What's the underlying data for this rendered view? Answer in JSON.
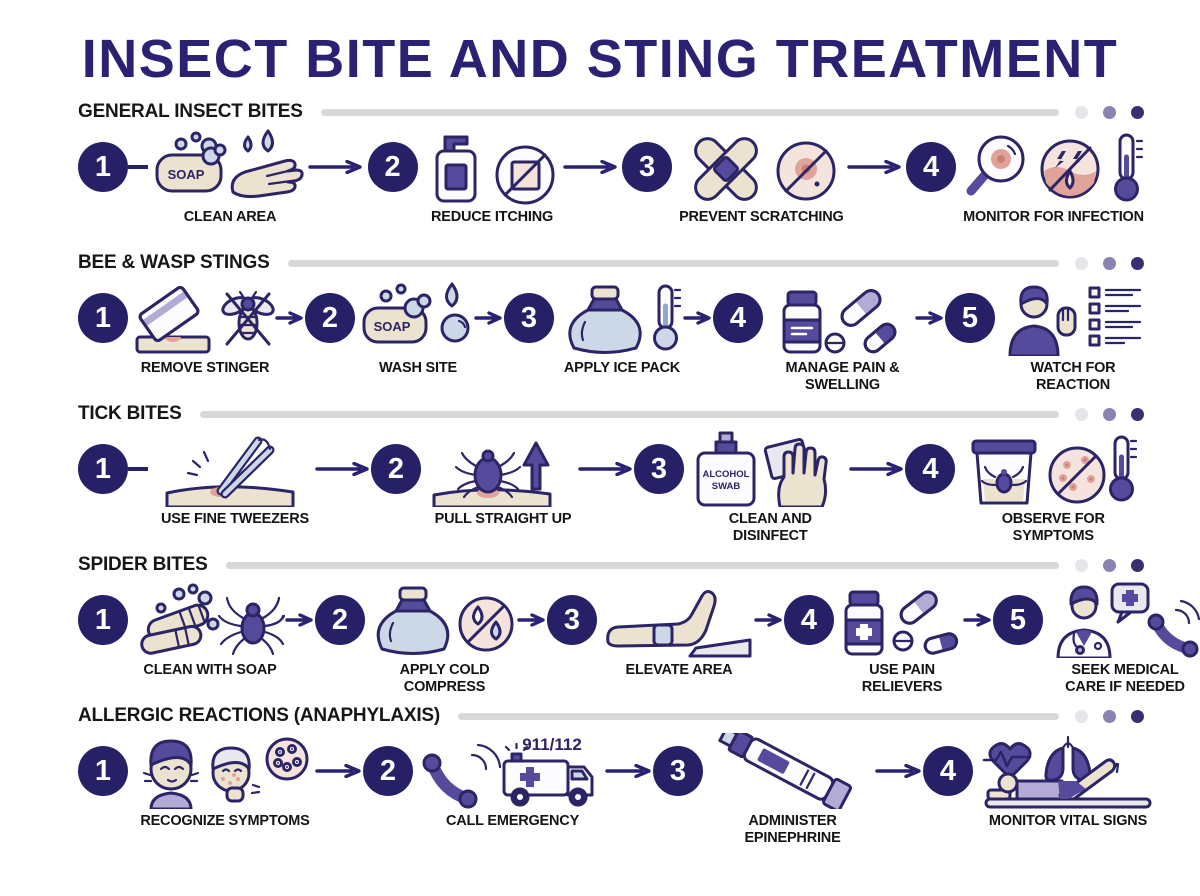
{
  "title": "INSECT BITE AND STING TREATMENT",
  "theme": {
    "accent": "#2a2173",
    "heading_ink": "#161616",
    "line_color": "#d8d8db",
    "dot_colors": [
      "#e6e5ea",
      "#8b81b3",
      "#3a2e71"
    ],
    "skin_beige": "#ebe2d0",
    "ice_blue": "#ccd8e7",
    "purple": "#564a9c"
  },
  "sections": [
    {
      "heading": "GENERAL INSECT BITES",
      "steps": [
        {
          "number": "1",
          "label": "CLEAN AREA",
          "icon_text": "SOAP",
          "icons": [
            "soap-bar-icon",
            "washing-hand-icon"
          ]
        },
        {
          "number": "2",
          "label": "REDUCE ITCHING",
          "icons": [
            "lotion-bottle-icon",
            "no-wipe-icon"
          ]
        },
        {
          "number": "3",
          "label": "PREVENT SCRATCHING",
          "icons": [
            "crossed-bandages-icon",
            "no-scratch-bite-icon"
          ]
        },
        {
          "number": "4",
          "label": "MONITOR FOR INFECTION",
          "icons": [
            "magnifier-bite-icon",
            "no-sting-skin-icon",
            "thermometer-icon"
          ]
        }
      ]
    },
    {
      "heading": "BEE & WASP STINGS",
      "steps": [
        {
          "number": "1",
          "label": "REMOVE STINGER",
          "icons": [
            "card-scrape-icon",
            "no-bee-icon"
          ]
        },
        {
          "number": "2",
          "label": "WASH SITE",
          "icon_text": "SOAP",
          "icons": [
            "soap-bar-icon",
            "water-drop-icon"
          ]
        },
        {
          "number": "3",
          "label": "APPLY ICE PACK",
          "icons": [
            "ice-pack-icon",
            "thermometer-icon"
          ]
        },
        {
          "number": "4",
          "label": "MANAGE PAIN & SWELLING",
          "icons": [
            "medicine-bottle-icon",
            "capsules-icon"
          ]
        },
        {
          "number": "5",
          "label": "WATCH FOR REACTION",
          "icons": [
            "person-raising-hand-icon",
            "checklist-icon"
          ]
        }
      ]
    },
    {
      "heading": "TICK BITES",
      "steps": [
        {
          "number": "1",
          "label": "USE FINE TWEEZERS",
          "icons": [
            "tweezers-skin-icon"
          ]
        },
        {
          "number": "2",
          "label": "PULL STRAIGHT UP",
          "icons": [
            "tick-pull-up-icon"
          ]
        },
        {
          "number": "3",
          "label": "CLEAN AND DISINFECT",
          "icon_text_line1": "ALCOHOL",
          "icon_text_line2": "SWAB",
          "icons": [
            "alcohol-swab-icon",
            "wiping-hand-icon"
          ]
        },
        {
          "number": "4",
          "label": "OBSERVE FOR SYMPTOMS",
          "icons": [
            "tick-jar-icon",
            "no-rash-icon",
            "thermometer-icon"
          ]
        }
      ]
    },
    {
      "heading": "SPIDER BITES",
      "steps": [
        {
          "number": "1",
          "label": "CLEAN WITH SOAP",
          "icons": [
            "washing-hands-icon",
            "spider-icon"
          ]
        },
        {
          "number": "2",
          "label": "APPLY COLD COMPRESS",
          "icons": [
            "cold-pack-icon",
            "no-drip-icon"
          ]
        },
        {
          "number": "3",
          "label": "ELEVATE AREA",
          "icons": [
            "elevated-leg-icon"
          ]
        },
        {
          "number": "4",
          "label": "USE PAIN RELIEVERS",
          "icons": [
            "pain-reliever-bottle-icon",
            "pills-icon"
          ]
        },
        {
          "number": "5",
          "label": "SEEK MEDICAL CARE IF NEEDED",
          "icons": [
            "doctor-icon",
            "medical-chat-icon",
            "phone-call-icon"
          ]
        }
      ]
    },
    {
      "heading": "ALLERGIC REACTIONS (ANAPHYLAXIS)",
      "steps": [
        {
          "number": "1",
          "label": "RECOGNIZE SYMPTOMS",
          "icons": [
            "swollen-face-icon",
            "hives-face-icon",
            "hives-spots-icon"
          ]
        },
        {
          "number": "2",
          "label": "CALL EMERGENCY",
          "icon_text": "911/112",
          "icons": [
            "phone-call-icon",
            "ambulance-icon"
          ]
        },
        {
          "number": "3",
          "label": "ADMINISTER EPINEPHRINE",
          "icons": [
            "epinephrine-autoinjector-icon"
          ]
        },
        {
          "number": "4",
          "label": "MONITOR VITAL SIGNS",
          "icons": [
            "heart-ekg-icon",
            "lungs-icon",
            "patient-lying-icon"
          ]
        }
      ]
    }
  ]
}
